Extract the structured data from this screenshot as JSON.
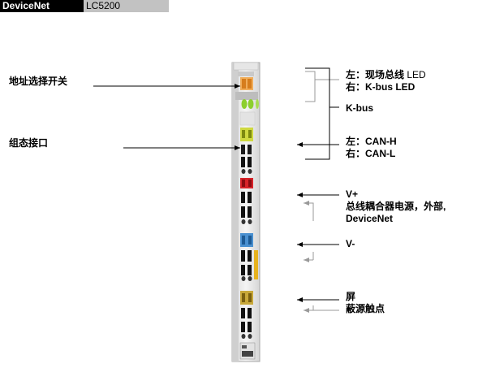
{
  "header": {
    "left": "DeviceNet",
    "right": "LC5200"
  },
  "left_labels": {
    "address_switch": "地址选择开关",
    "config_interface": "组态接口"
  },
  "right_labels": {
    "led_left_prefix": "左：现场总线",
    "led_left_suffix": "LED",
    "led_right": "右：K-bus LED",
    "kbus": "K-bus",
    "can_h": "左：CAN-H",
    "can_l": "右：CAN-L",
    "v_plus": "V+",
    "bus_coupler_power": "总线耦合器电源，外部,",
    "devicenet": "DeviceNet",
    "v_minus": "V-",
    "shield": "屏",
    "shield_contact": "蔽源触点"
  },
  "colors": {
    "header_bg": "#000000",
    "tab_bg": "#c2c2c2",
    "orange_switch": "#e8902a",
    "led_green": "#8ccf2e",
    "can_yellow": "#c9d63a",
    "red_block": "#d8232a",
    "blue_block": "#4a90d0",
    "shield_yellow": "#c8a83a",
    "arrow_gray": "#999999"
  }
}
